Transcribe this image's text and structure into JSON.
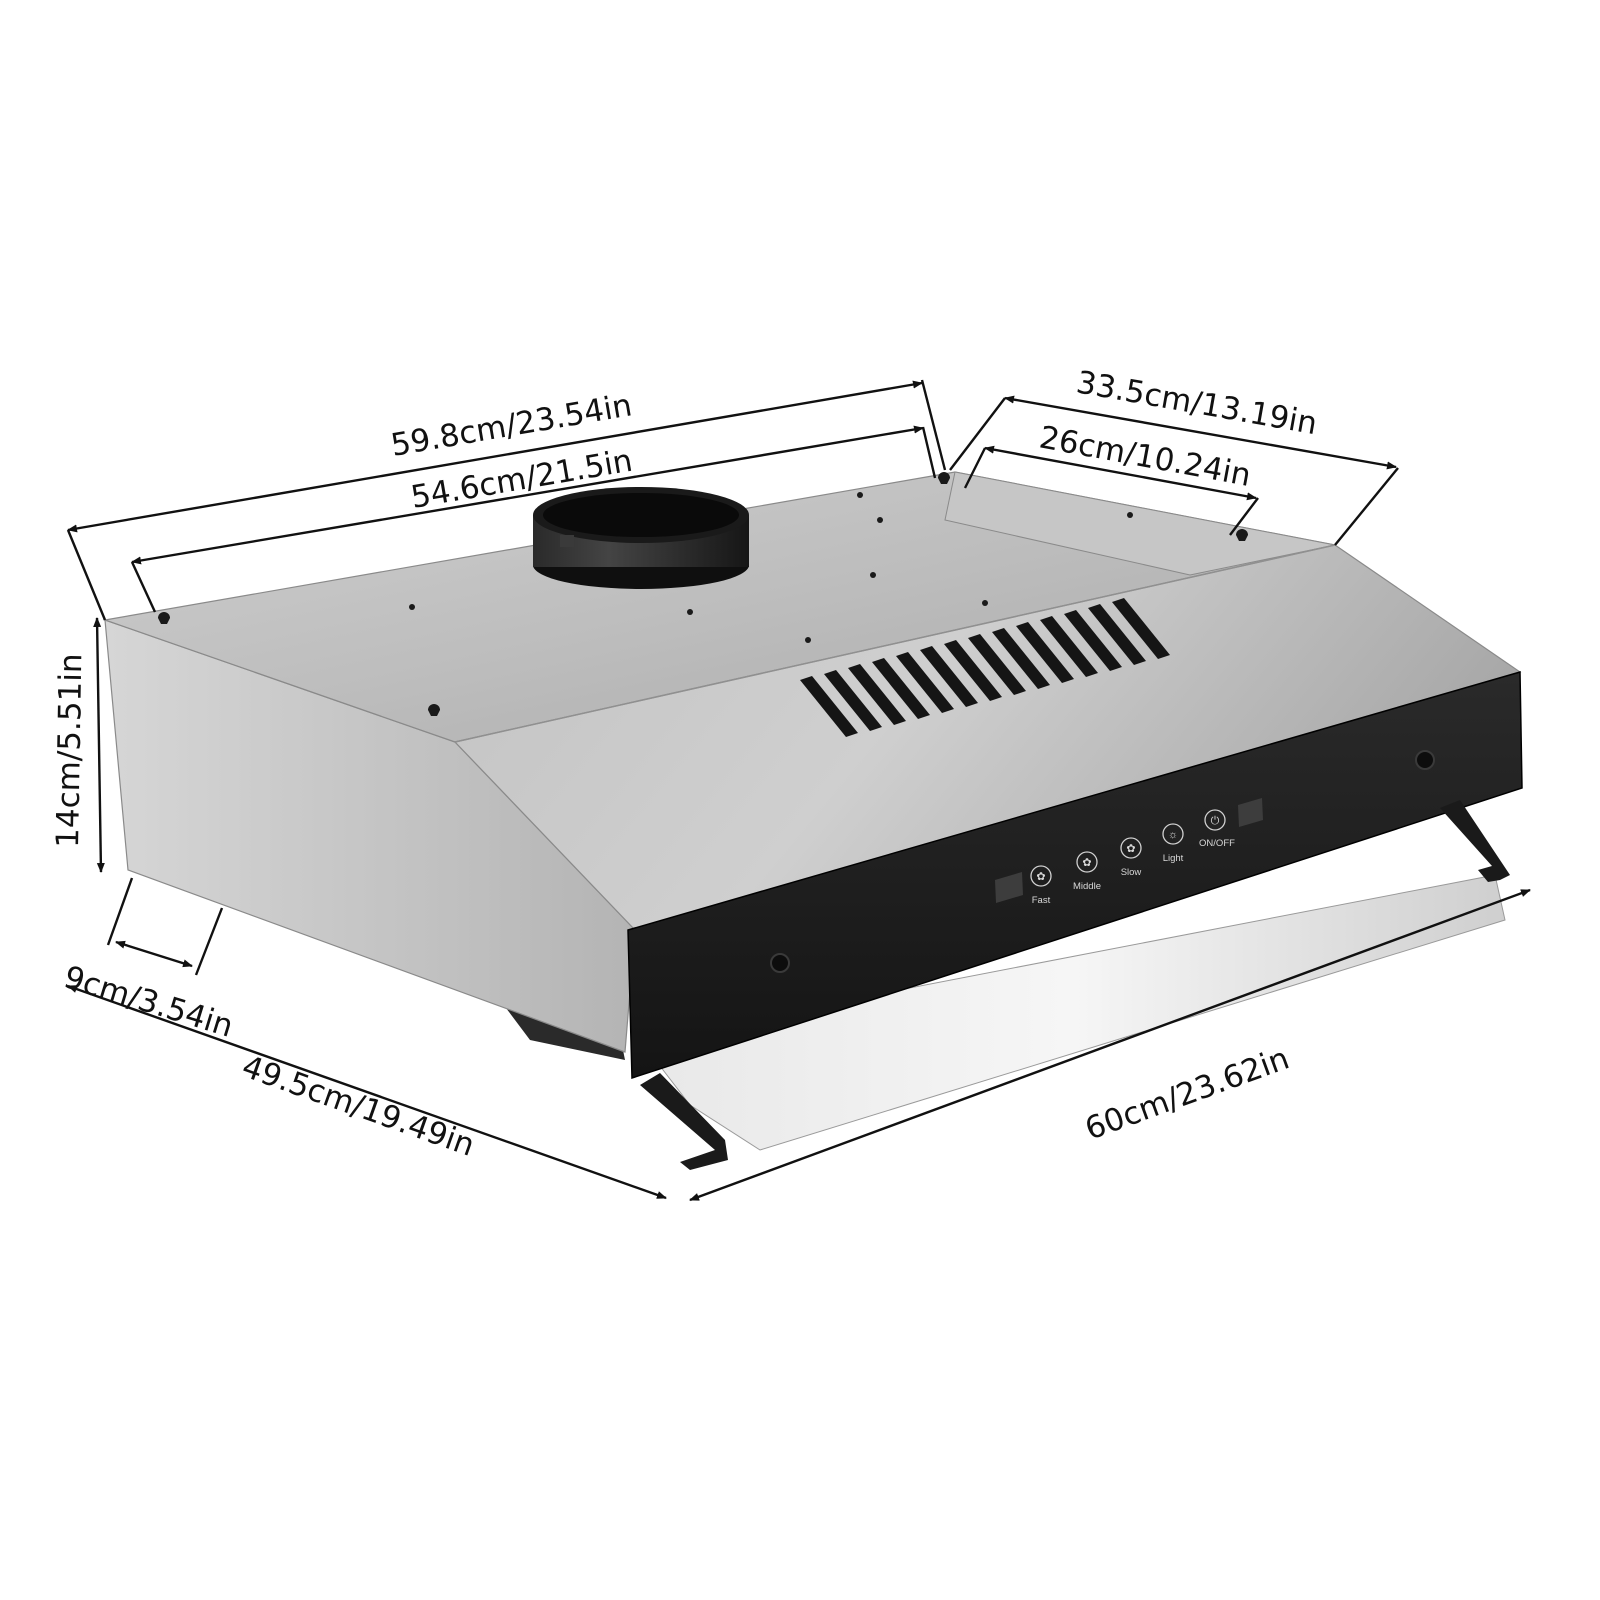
{
  "dimensions": {
    "overall_width": "59.8cm/23.54in",
    "inner_width": "54.6cm/21.5in",
    "overall_depth": "33.5cm/13.19in",
    "inner_depth": "26cm/10.24in",
    "height": "14cm/5.51in",
    "front_lip": "9cm/3.54in",
    "bottom_depth": "49.5cm/19.49in",
    "front_width": "60cm/23.62in"
  },
  "control_panel": {
    "buttons": [
      {
        "label": "Fast",
        "icon": "fan-icon"
      },
      {
        "label": "Middle",
        "icon": "fan-icon"
      },
      {
        "label": "Slow",
        "icon": "fan-icon"
      },
      {
        "label": "Light",
        "icon": "light-icon"
      },
      {
        "label": "ON/OFF",
        "icon": "power-icon"
      }
    ]
  },
  "colors": {
    "steel": "#c9c9c9",
    "panel": "#1e1e1e",
    "duct": "#1c1c1c",
    "line": "#111111"
  }
}
